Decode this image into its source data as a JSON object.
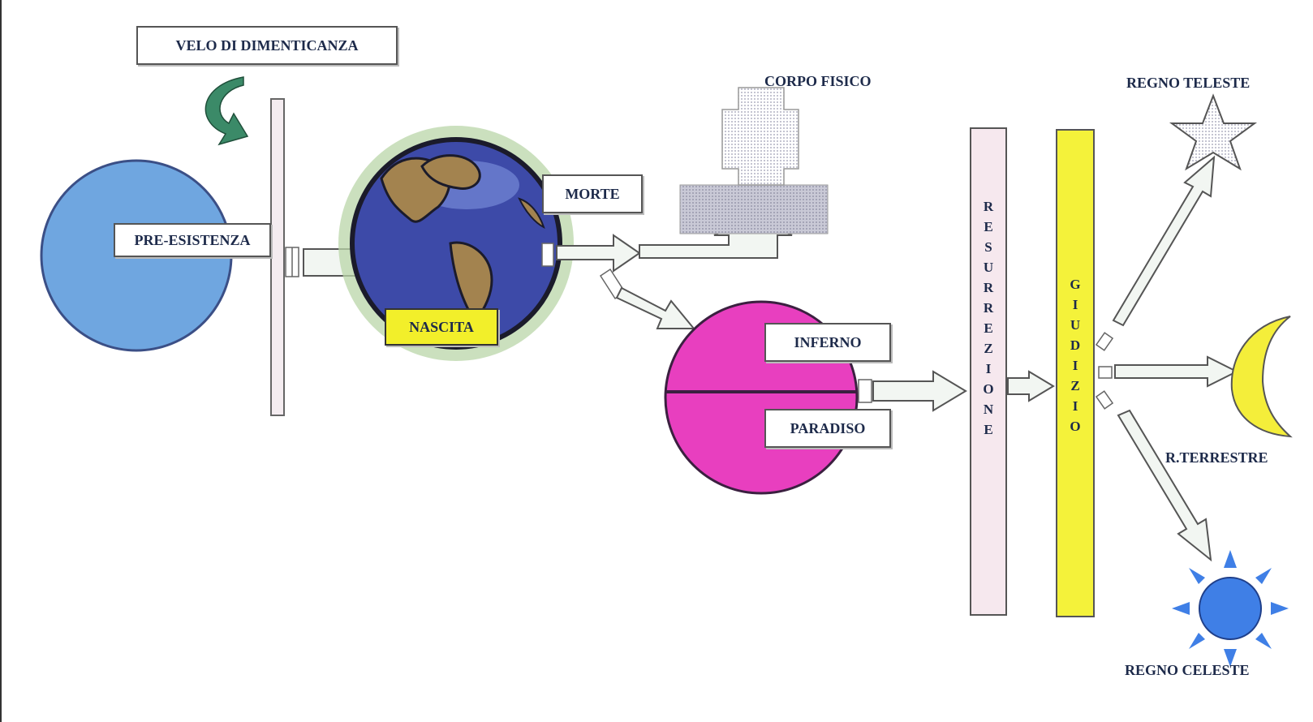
{
  "labels": {
    "velo": "VELO DI DIMENTICANZA",
    "pre_esistenza": "PRE-ESISTENZA",
    "nascita": "NASCITA",
    "morte": "MORTE",
    "corpo_fisico": "CORPO FISICO",
    "inferno": "INFERNO",
    "paradiso": "PARADISO",
    "resurrezione": "RESURREZIONE",
    "giudizio": "GIUDIZIO",
    "regno_teleste": "REGNO TELESTE",
    "r_terrestre": "R.TERRESTRE",
    "regno_celeste": "REGNO CELESTE"
  },
  "colors": {
    "pre_existence": "#6fa6e0",
    "spirit_world": "#e83fbf",
    "nascita_bg": "#f2ef2a",
    "giudizio_bar": "#f4f23a",
    "resurrezione_bar": "#f6e8ee",
    "moon": "#f4ee3a",
    "sun": "#3f7fe6",
    "star": "#e6e8f4",
    "arrow_curve": "#3b8a68",
    "earth_ocean": "#3d4aa8",
    "earth_land": "#a3834f",
    "body_fill": "#d6d6e8"
  },
  "icons": {
    "curved_arrow": "curved-arrow-icon",
    "globe": "globe-icon",
    "body": "body-icon",
    "star": "star-icon",
    "moon": "moon-icon",
    "sun": "sun-icon"
  }
}
